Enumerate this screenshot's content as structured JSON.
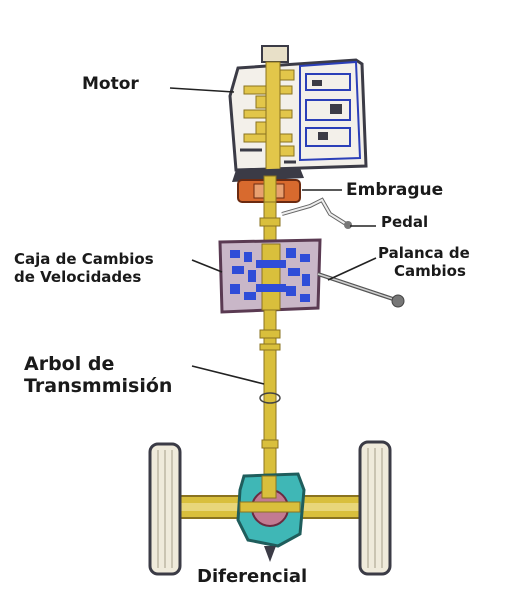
{
  "labels": {
    "motor": "Motor",
    "embrague": "Embrague",
    "pedal": "Pedal",
    "palanca_line1": "Palanca de",
    "palanca_line2": "Cambios",
    "caja_line1": "Caja de Cambios",
    "caja_line2": "de Velocidades",
    "arbol_line1": "Arbol de",
    "arbol_line2": "Transmmisión",
    "diferencial": "Diferencial"
  },
  "colors": {
    "label_text": "#1a1a1a",
    "leader_line": "#222222",
    "engine_fill": "#f3f0ea",
    "engine_dark": "#3b3b46",
    "engine_blue": "#2b3fb8",
    "gear_yellow": "#e2c64a",
    "clutch_orange": "#d86a2e",
    "gearbox_fill": "#c9b7c8",
    "gearbox_blue": "#2f4dd8",
    "shaft_yellow": "#d9bf3c",
    "diff_teal": "#3fb7b6",
    "diff_pink": "#c27a92",
    "tire_fill": "#efeadb",
    "lever_knob": "#777777"
  }
}
